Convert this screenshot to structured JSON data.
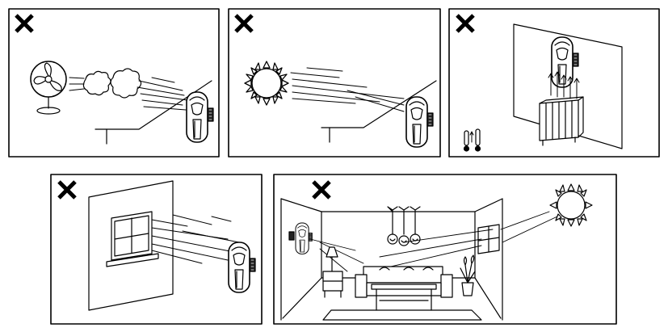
{
  "panels": [
    {
      "id": "fan",
      "subject": "fan-draft",
      "allowed": false
    },
    {
      "id": "sun",
      "subject": "direct-sunlight",
      "allowed": false
    },
    {
      "id": "heater",
      "subject": "radiator-heat",
      "allowed": false
    },
    {
      "id": "window",
      "subject": "window-facing",
      "allowed": false
    },
    {
      "id": "room",
      "subject": "room-with-window-and-sun",
      "allowed": false
    }
  ],
  "marker": {
    "symbol": "X",
    "color": "#000000"
  },
  "line_color": "#000000",
  "background": "#ffffff"
}
